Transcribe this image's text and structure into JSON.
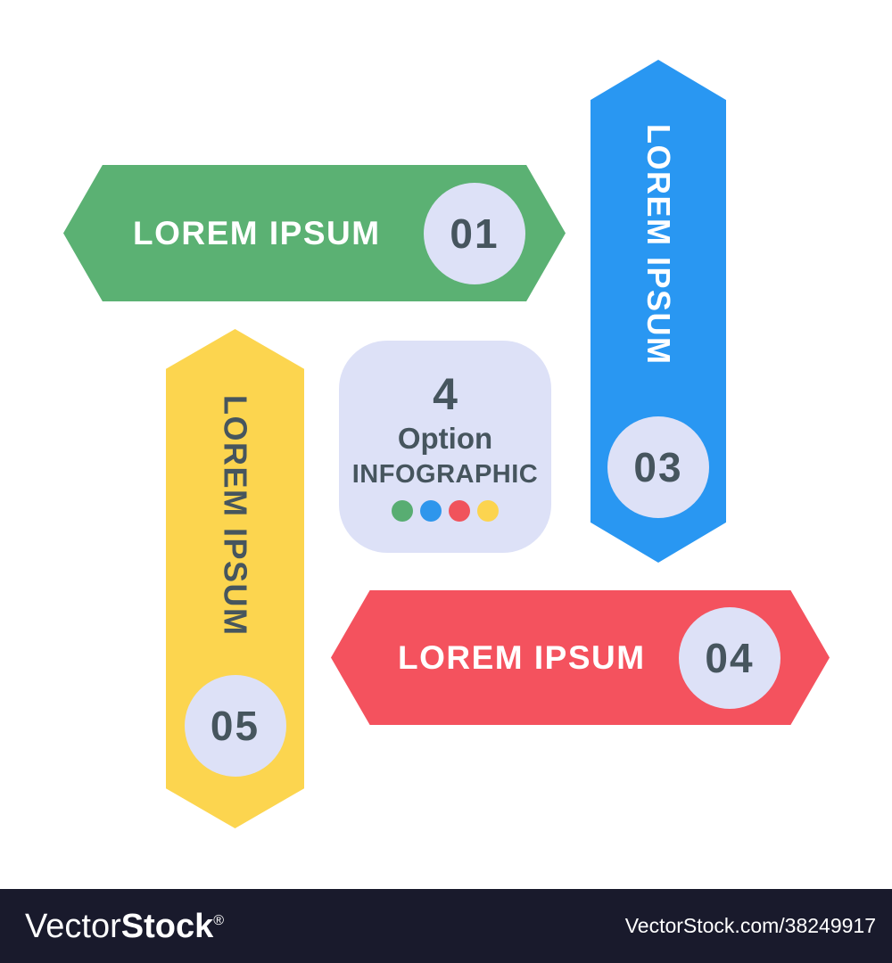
{
  "canvas": {
    "background": "#ffffff"
  },
  "infographic": {
    "center_panel": {
      "count": "4",
      "label": "Option",
      "sublabel": "INFOGRAPHIC",
      "background": "#dde1f7",
      "text_color": "#46555e",
      "dot_colors": [
        "#58ad72",
        "#2e96ec",
        "#f0535c",
        "#fcd44f"
      ]
    },
    "banners": [
      {
        "label": "LOREM IPSUM",
        "number": "01",
        "orientation": "horizontal",
        "color": "#5bb173",
        "text_color": "#ffffff"
      },
      {
        "label": "LOREM IPSUM",
        "number": "03",
        "orientation": "vertical",
        "color": "#2997f2",
        "text_color": "#ffffff"
      },
      {
        "label": "LOREM IPSUM",
        "number": "04",
        "orientation": "horizontal",
        "color": "#f4525e",
        "text_color": "#ffffff"
      },
      {
        "label": "LOREM IPSUM",
        "number": "05",
        "orientation": "vertical",
        "color": "#fcd54f",
        "text_color": "#46555e"
      }
    ],
    "badge": {
      "background": "#dde1f7",
      "text_color": "#46555e"
    }
  },
  "watermark_bar": {
    "brand_light": "Vector",
    "brand_bold": "Stock",
    "registered_symbol": "®",
    "url_text": "VectorStock.com/38249917",
    "bar_color": "#191a2c",
    "text_color": "#ffffff"
  }
}
